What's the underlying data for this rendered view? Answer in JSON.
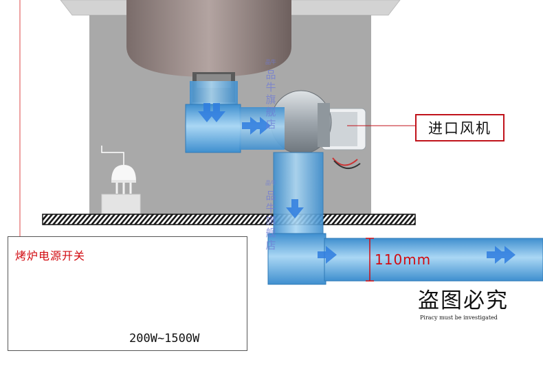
{
  "labels": {
    "inlet_fan": "进口风机",
    "pipe_diameter": "110mm",
    "piracy_notice_cn": "盗图必究",
    "piracy_notice_en": "Piracy must be investigated"
  },
  "inset": {
    "title": "烤炉电源开关",
    "power_range": "200W~1500W"
  },
  "watermarks": [
    {
      "brand": "品牛",
      "text": "品牛旗舰店"
    },
    {
      "brand": "品牛",
      "text": "品牛旗舰店"
    }
  ],
  "colors": {
    "callout_border": "#c0121a",
    "accent_red": "#d10a10",
    "pipe_blue": "#5aa8dd",
    "flow_arrow": "#2f7de0",
    "wall_gray": "#a9a9a9"
  }
}
